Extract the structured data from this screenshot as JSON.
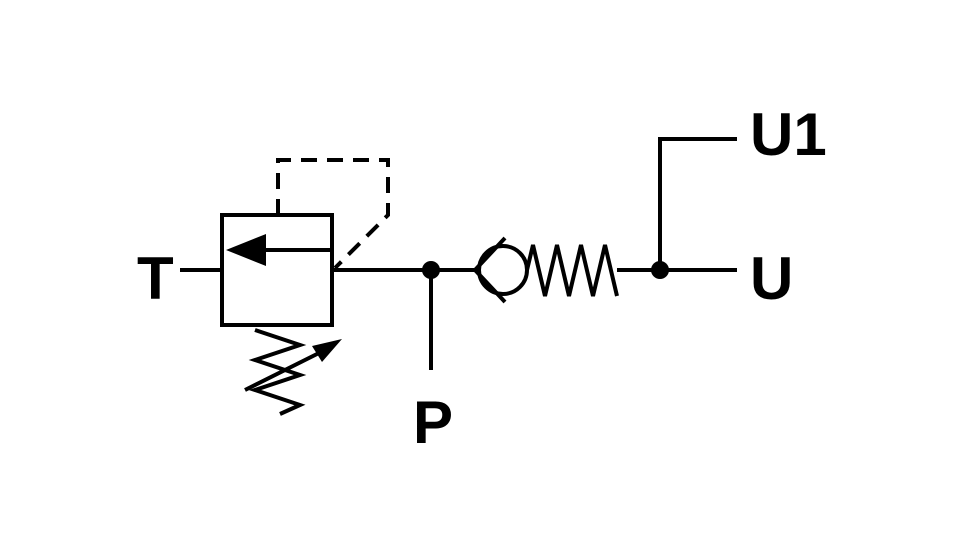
{
  "diagram": {
    "ports": {
      "t": "T",
      "p": "P",
      "u": "U",
      "u1": "U1"
    },
    "components": [
      "pressure-relief-valve",
      "check-valve",
      "spring"
    ],
    "colors": {
      "line": "#000000",
      "background": "#ffffff"
    }
  }
}
